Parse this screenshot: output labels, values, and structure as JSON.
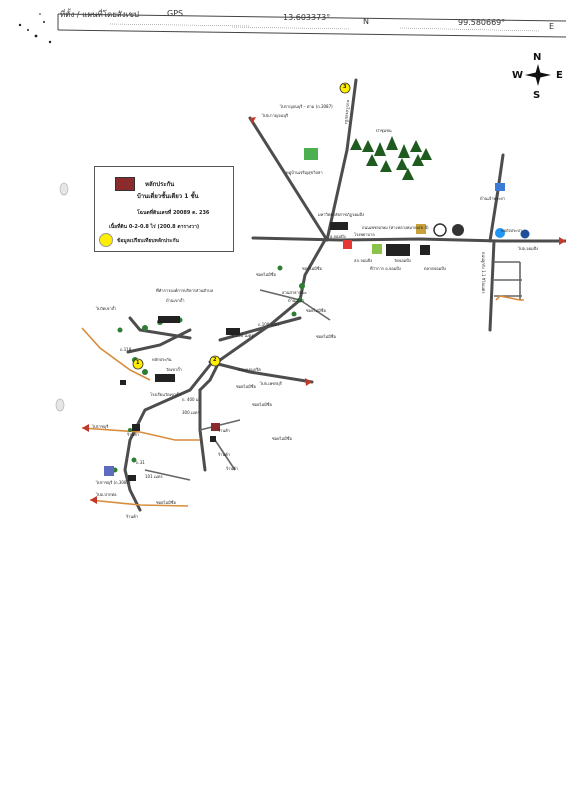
{
  "header": {
    "left_label": "ที่ตั้ง / แผนที่โดยสังเขป",
    "gps_label": "GPS",
    "lat_value": "13.603373°",
    "lat_dir": "N",
    "lon_value": "99.580669°",
    "lon_dir": "E"
  },
  "compass": {
    "n": "N",
    "s": "S",
    "w": "W",
    "e": "E"
  },
  "legend": {
    "house_title": "หลักประกัน",
    "house_subtitle": "บ้านเดี่ยวชั้นเดียว 1 ชั้น",
    "deed": "โฉนดที่ดินเลขที่ 20089 ต. 236",
    "area": "เนื้อที่ดิน 0-2-0.8 ไร่ (200.8 ตารางวา)",
    "marker_text": "ข้อมูลเปรียบเทียบหลักประกัน",
    "colors": {
      "house": "#8b2b2b",
      "marker": "#ffee00",
      "road_main": "#555555",
      "road_sec": "#d98c3a"
    }
  },
  "markers": [
    "1",
    "2",
    "3"
  ],
  "labels": {
    "to_kanchanaburi_top": "ไปกาญจนบุรี – ตาม (ถ.3087)",
    "to_top_left": "ไปจ.กาญจนบุรี",
    "forest": "ป่าชุมชน",
    "housing_village": "หมู่บ้านเจริญสุขวิลล่า",
    "main_road": "ถนนเพชรเกษม (ทางหลวงหมายเลข 4)",
    "school": "มหาวิทยาลัยราชภัฏจอมบึง",
    "hospital": "โรงพยาบาล",
    "sub_district": "อ.จอมบึง",
    "to_chombueng": "ไปอ.จอมบึง",
    "road_branch": "ถนนไปจอมบึง",
    "police": "สภ.จอมบึง",
    "office": "ที่ว่าการ อ.จอมบึง",
    "temple": "วัดจอมบึง",
    "market": "ตลาดจอมบึง",
    "left_road": "ไปวัดเขาถ้ำ",
    "left_road2": "ไปราชบุรี",
    "district_center": "ที่ทำการองค์การบริหารส่วนตำบล",
    "village_left": "บ้านเขาถ้ำ",
    "school_left": "โรงเรียนวัดเขาถ้ำ",
    "temple_left": "วัดเขาถ้ำ",
    "to_ratchaburi": "ไปราชบุรี (ถ.3087)",
    "to_bottom_right": "ไปอ.ปากท่อ",
    "side_road": "ถนนคอนกรีต",
    "soi_1": "ซอยไม่มีชื่อ",
    "soi_2": "ซอยไม่มีชื่อ",
    "soi_3": "ซอยไม่มีชื่อ",
    "soi_4": "ซอยไม่มีชื่อ",
    "soi_5": "ซอยไม่มีชื่อ",
    "soi_6": "ซอยไม่มีชื่อ",
    "soi_7": "ซอยไม่มีชื่อ",
    "shop_1": "ร้านค้า",
    "shop_2": "ร้านค้า",
    "shop_3": "ร้านค้า",
    "shop_4": "ร้านค้า",
    "house_right": "บ้านเดี่ยว",
    "water_tower": "หอถังประปา",
    "right_village": "บ้านเจ้าพระยา",
    "park": "สวนสาธารณะ",
    "road_100": "ถ.100 เมตร",
    "road_200": "ถ.200 เมตร",
    "road_300": "300 เมตร",
    "road_400": "ถ. 400 ม.",
    "road_gate": "ถนนลูกรัง 1.1 กิโลเมตร",
    "sign_right": "ไปจ.เพชรบุรี",
    "property_label": "หลักประกัน",
    "road_101": "101 เมตร",
    "road_31": "ถ.31",
    "road_118": "ถ.118"
  }
}
